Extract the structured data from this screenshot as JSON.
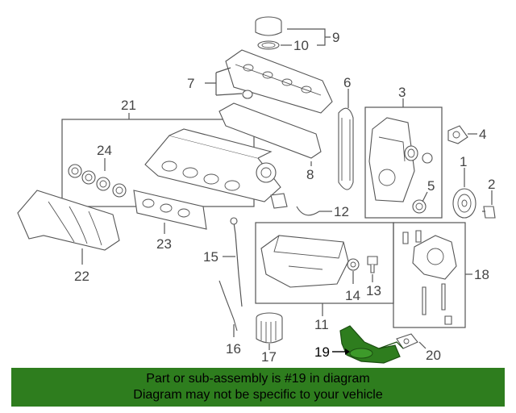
{
  "diagram": {
    "labels": [
      "1",
      "2",
      "3",
      "4",
      "5",
      "6",
      "7",
      "8",
      "9",
      "10",
      "11",
      "12",
      "13",
      "14",
      "15",
      "16",
      "17",
      "18",
      "19",
      "20",
      "21",
      "22",
      "23",
      "24"
    ],
    "highlight_label": "19",
    "highlight_color": "#2e7d1e"
  },
  "banner": {
    "line1": "Part or sub-assembly is #19 in diagram",
    "line2": "Diagram may not be specific to your vehicle",
    "background": "#2e7d1e"
  }
}
